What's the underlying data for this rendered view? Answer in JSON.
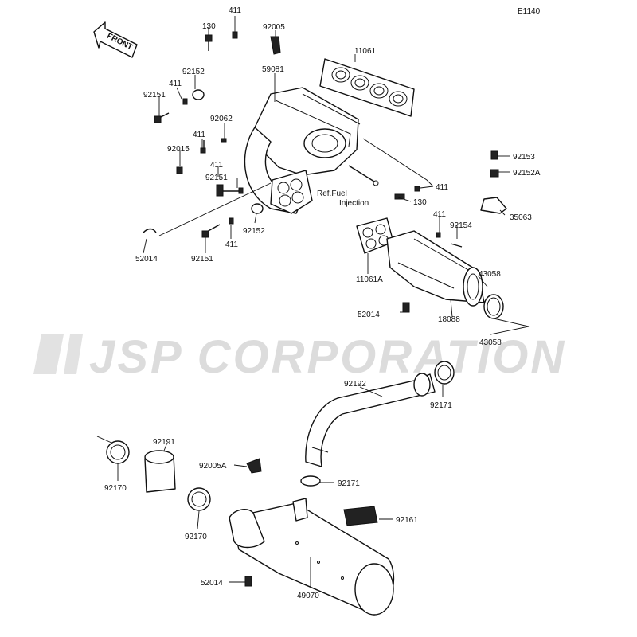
{
  "diagram_id": "E1140",
  "watermark": "JSP CORPORATION",
  "front_label": "FRONT",
  "reference_note": {
    "line1": "Ref.Fuel",
    "line2": "Injection"
  },
  "part_labels": [
    "411",
    "130",
    "92005",
    "11061",
    "59081",
    "92152",
    "411",
    "92151",
    "92062",
    "411",
    "92015",
    "411",
    "92151",
    "411",
    "130",
    "92152",
    "411",
    "52014",
    "92151",
    "92153",
    "92152A",
    "35063",
    "411",
    "92154",
    "11061A",
    "43058",
    "52014",
    "18088",
    "43058",
    "92192",
    "92171",
    "92191",
    "92170",
    "92005A",
    "92171",
    "92170",
    "92161",
    "52014",
    "49070"
  ]
}
